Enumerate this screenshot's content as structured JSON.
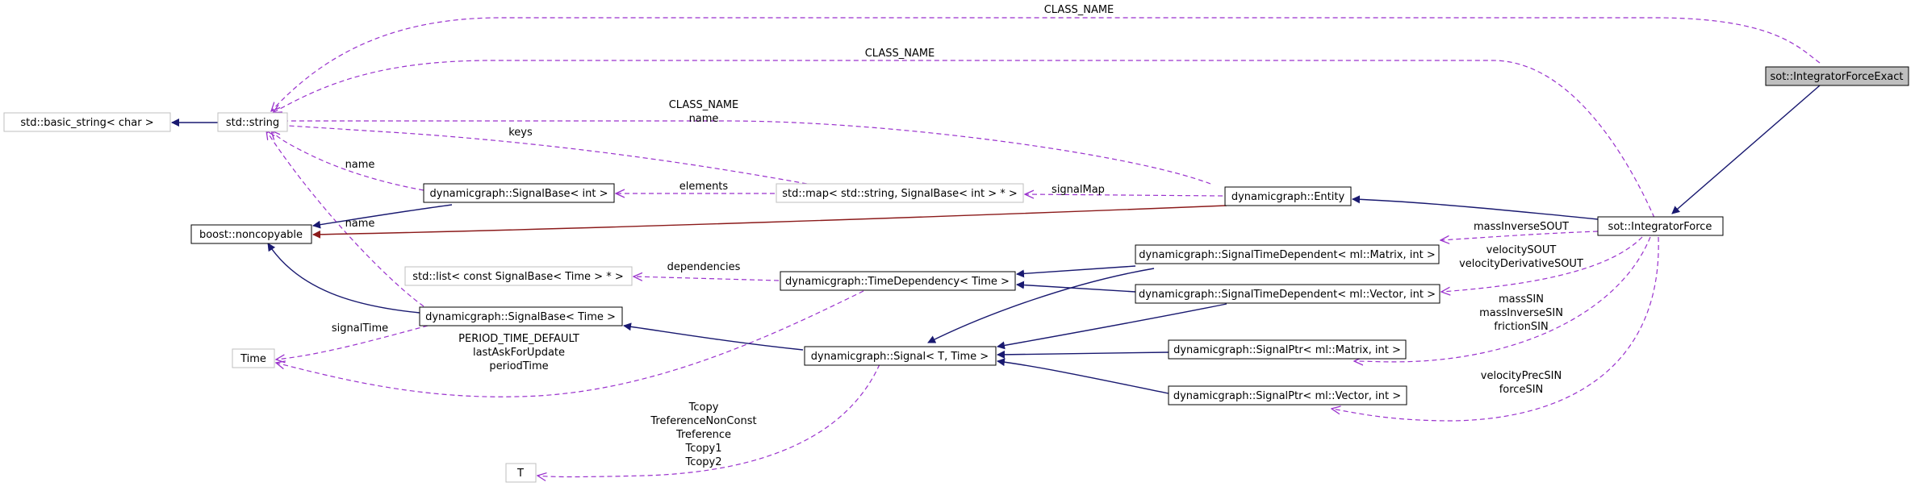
{
  "diagram": {
    "colors": {
      "inheritance": "#191970",
      "usage": "#9a32cd",
      "private_inheritance": "#8b1a1a",
      "focus_fill": "#bfbfbf",
      "node_border": "#000000",
      "external_node_border": "#bfbfbf"
    },
    "nodes": [
      {
        "id": "exact",
        "label": "sot::IntegratorForceExact",
        "style": "focus"
      },
      {
        "id": "force",
        "label": "sot::IntegratorForce",
        "style": "normal"
      },
      {
        "id": "bstr",
        "label": "std::basic_string< char >",
        "style": "external"
      },
      {
        "id": "str",
        "label": "std::string",
        "style": "external"
      },
      {
        "id": "noncopy",
        "label": "boost::noncopyable",
        "style": "normal"
      },
      {
        "id": "sbint",
        "label": "dynamicgraph::SignalBase< int >",
        "style": "normal"
      },
      {
        "id": "map",
        "label": "std::map< std::string, SignalBase< int > * >",
        "style": "external"
      },
      {
        "id": "entity",
        "label": "dynamicgraph::Entity",
        "style": "normal"
      },
      {
        "id": "list",
        "label": "std::list< const SignalBase< Time > * >",
        "style": "external"
      },
      {
        "id": "timedep",
        "label": "dynamicgraph::TimeDependency< Time >",
        "style": "normal"
      },
      {
        "id": "sbtime",
        "label": "dynamicgraph::SignalBase< Time >",
        "style": "normal"
      },
      {
        "id": "time",
        "label": "Time",
        "style": "external"
      },
      {
        "id": "signal",
        "label": "dynamicgraph::Signal< T, Time >",
        "style": "normal"
      },
      {
        "id": "t",
        "label": "T",
        "style": "external"
      },
      {
        "id": "stdmat",
        "label": "dynamicgraph::SignalTimeDependent< ml::Matrix, int >",
        "style": "normal"
      },
      {
        "id": "stdvec",
        "label": "dynamicgraph::SignalTimeDependent< ml::Vector, int >",
        "style": "normal"
      },
      {
        "id": "ptrmat",
        "label": "dynamicgraph::SignalPtr< ml::Matrix, int >",
        "style": "normal"
      },
      {
        "id": "ptrvec",
        "label": "dynamicgraph::SignalPtr< ml::Vector, int >",
        "style": "normal"
      }
    ],
    "edge_labels": {
      "class_name": "CLASS_NAME",
      "name": "name",
      "keys": "keys",
      "elements": "elements",
      "signal_map": "signalMap",
      "dependencies": "dependencies",
      "signal_time": "signalTime",
      "period_time_default": "PERIOD_TIME_DEFAULT",
      "last_ask_for_update": "lastAskForUpdate",
      "period_time": "periodTime",
      "tcopy": "Tcopy",
      "treference_non_const": "TreferenceNonConst",
      "treference": "Treference",
      "tcopy1": "Tcopy1",
      "tcopy2": "Tcopy2",
      "mass_inverse_sout": "massInverseSOUT",
      "velocity_sout": "velocitySOUT",
      "velocity_derivative_sout": "velocityDerivativeSOUT",
      "mass_sin": "massSIN",
      "mass_inverse_sin": "massInverseSIN",
      "friction_sin": "frictionSIN",
      "velocity_prec_sin": "velocityPrecSIN",
      "force_sin": "forceSIN"
    }
  }
}
